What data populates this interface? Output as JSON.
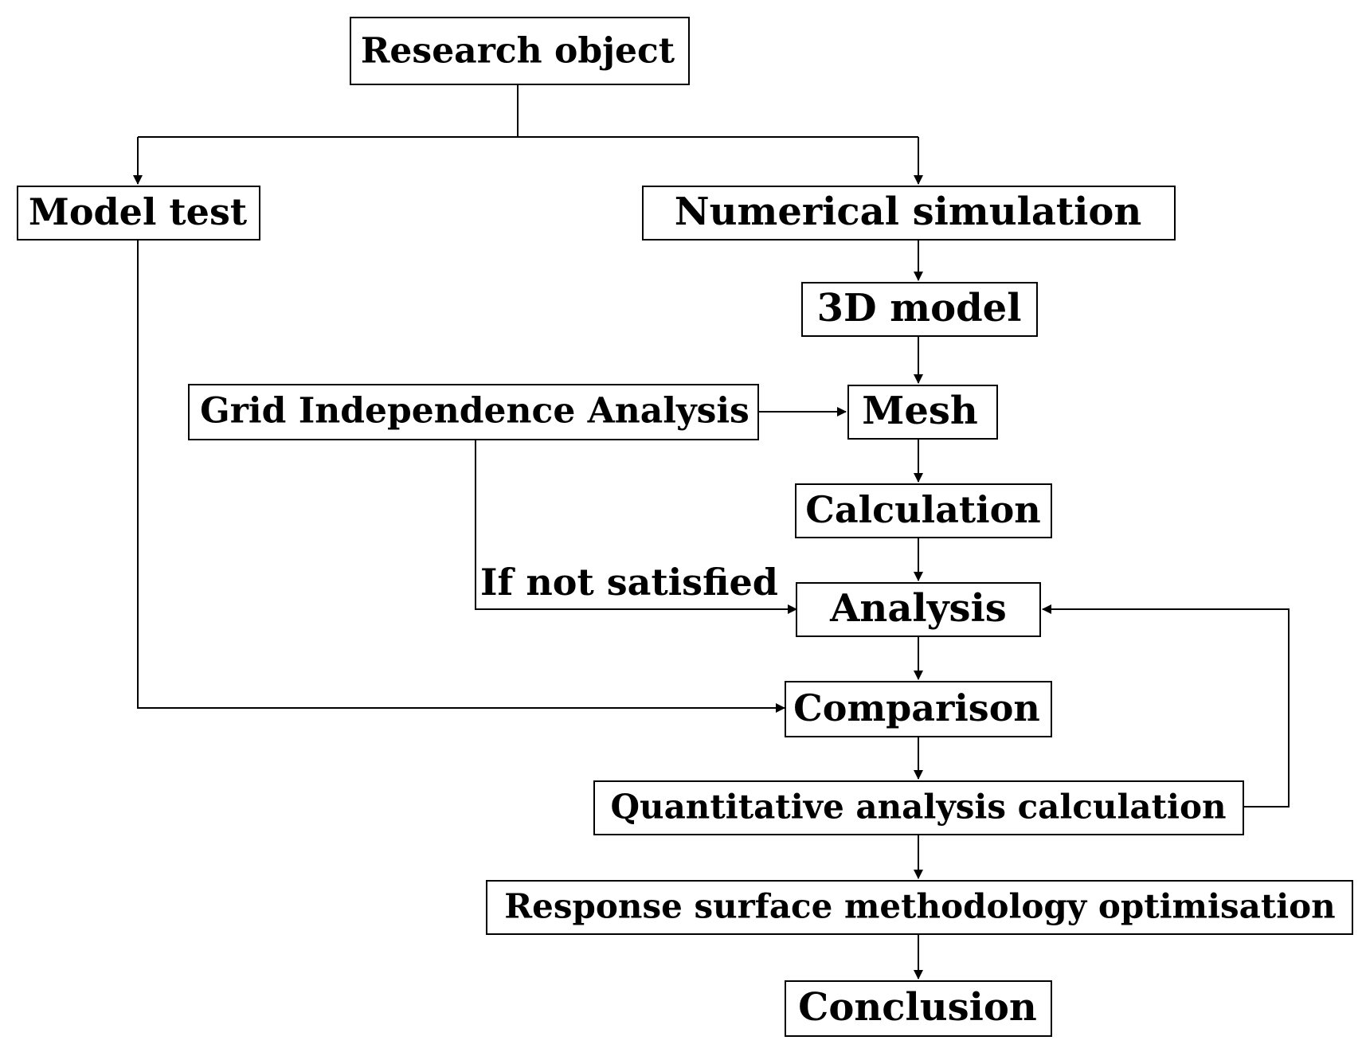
{
  "diagram": {
    "type": "flowchart",
    "nodes": {
      "research_object": "Research object",
      "model_test": "Model test",
      "numerical_simulation": "Numerical simulation",
      "model_3d": "3D model",
      "grid_independence": "Grid Independence Analysis",
      "mesh": "Mesh",
      "calculation": "Calculation",
      "analysis": "Analysis",
      "comparison": "Comparison",
      "quantitative": "Quantitative analysis calculation",
      "response_surface": "Response surface methodology optimisation",
      "conclusion": "Conclusion"
    },
    "edge_labels": {
      "if_not_satisfied": "If not satisfied"
    },
    "edges": [
      {
        "from": "research_object",
        "to": "model_test"
      },
      {
        "from": "research_object",
        "to": "numerical_simulation"
      },
      {
        "from": "numerical_simulation",
        "to": "model_3d"
      },
      {
        "from": "model_3d",
        "to": "mesh"
      },
      {
        "from": "grid_independence",
        "to": "mesh"
      },
      {
        "from": "mesh",
        "to": "calculation"
      },
      {
        "from": "calculation",
        "to": "analysis"
      },
      {
        "from": "grid_independence",
        "to": "analysis",
        "label": "if_not_satisfied"
      },
      {
        "from": "analysis",
        "to": "comparison"
      },
      {
        "from": "model_test",
        "to": "comparison"
      },
      {
        "from": "comparison",
        "to": "quantitative"
      },
      {
        "from": "quantitative",
        "to": "analysis"
      },
      {
        "from": "quantitative",
        "to": "response_surface"
      },
      {
        "from": "response_surface",
        "to": "conclusion"
      }
    ]
  }
}
